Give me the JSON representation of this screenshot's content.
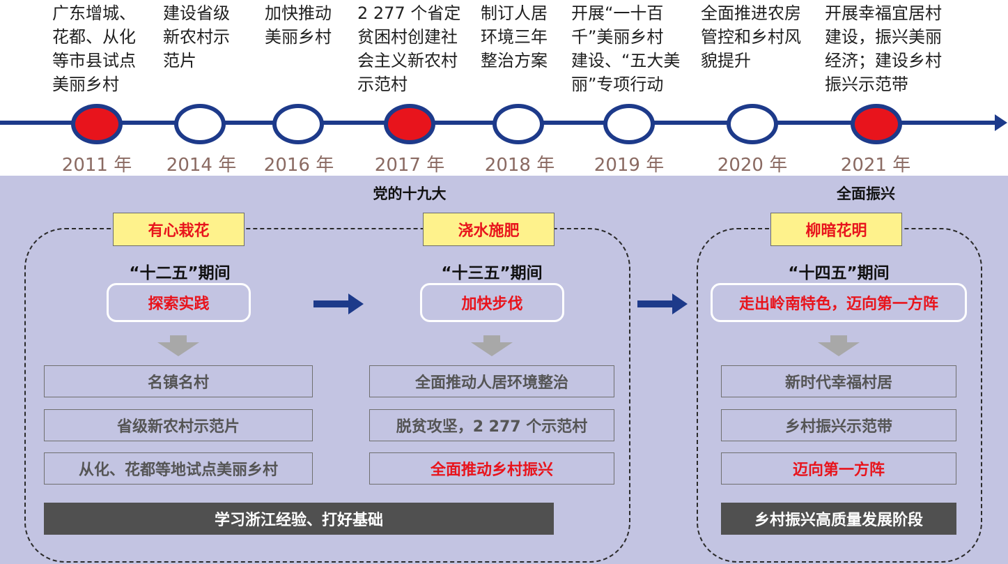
{
  "timeline": [
    {
      "year": "2011 年",
      "text": "广东增城、\n花都、从化\n等市县试点\n美丽乡村",
      "highlight": true
    },
    {
      "year": "2014 年",
      "text": "建设省级\n新农村示\n范片",
      "highlight": false
    },
    {
      "year": "2016 年",
      "text": "加快推动\n美丽乡村",
      "highlight": false
    },
    {
      "year": "2017 年",
      "text": "2 277 个省定\n贫困村创建社\n会主义新农村\n示范村",
      "highlight": true
    },
    {
      "year": "2018 年",
      "text": "制订人居\n环境三年\n整治方案",
      "highlight": false
    },
    {
      "year": "2019 年",
      "text": "开展“一十百\n千”美丽乡村\n建设、“五大美\n丽”专项行动",
      "highlight": false
    },
    {
      "year": "2020 年",
      "text": "全面推进农房\n管控和乡村风\n貌提升",
      "highlight": false
    },
    {
      "year": "2021 年",
      "text": "开展幸福宜居村\n建设，振兴美丽\n经济；建设乡村\n振兴示范带",
      "highlight": true
    }
  ],
  "milestones": {
    "nineteenth": "党的十九大",
    "revitalization": "全面振兴"
  },
  "stages": [
    {
      "title": "有心栽花",
      "period": "“十二五”期间",
      "pill": "探索实践",
      "items": [
        {
          "text": "名镇名村",
          "red": false
        },
        {
          "text": "省级新农村示范片",
          "red": false
        },
        {
          "text": "从化、花都等地试点美丽乡村",
          "red": false
        }
      ]
    },
    {
      "title": "浇水施肥",
      "period": "“十三五”期间",
      "pill": "加快步伐",
      "items": [
        {
          "text": "全面推动人居环境整治",
          "red": false
        },
        {
          "text": "脱贫攻坚，2 277 个示范村",
          "red": false
        },
        {
          "text": "全面推动乡村振兴",
          "red": true
        }
      ]
    },
    {
      "title": "柳暗花明",
      "period": "“十四五”期间",
      "pill": "走出岭南特色，迈向第一方阵",
      "items": [
        {
          "text": "新时代幸福村居",
          "red": false
        },
        {
          "text": "乡村振兴示范带",
          "red": false
        },
        {
          "text": "迈向第一方阵",
          "red": true
        }
      ]
    }
  ],
  "footers": {
    "left": "学习浙江经验、打好基础",
    "right": "乡村振兴高质量发展阶段"
  },
  "colors": {
    "line": "#1d3a8a",
    "red": "#e8141c",
    "panel": "#c3c4e2",
    "yellow": "#fef28c",
    "dark": "#505050"
  }
}
